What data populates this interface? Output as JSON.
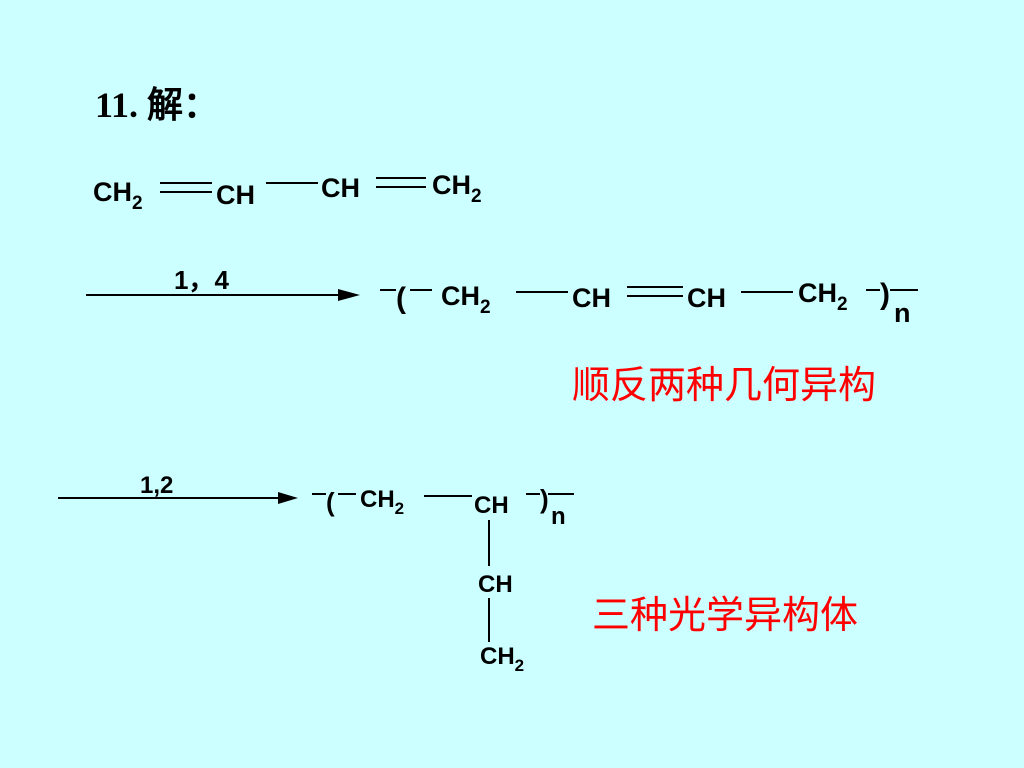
{
  "slide": {
    "title": "11. 解：",
    "monomer": {
      "ch2_left": "CH",
      "ch2_left_sub": "2",
      "ch_1": "CH",
      "ch_2": "CH",
      "ch2_right": "CH",
      "ch2_right_sub": "2"
    },
    "reaction_14": {
      "arrow_label": "1，4",
      "open_paren": "(",
      "ch2_a": "CH",
      "ch2_a_sub": "2",
      "ch_a": "CH",
      "ch_b": "CH",
      "ch2_b": "CH",
      "ch2_b_sub": "2",
      "close_paren": ")",
      "repeat": "n",
      "note": "顺反两种几何异构"
    },
    "reaction_12": {
      "arrow_label": "1,2",
      "open_paren": "(",
      "ch2_main": "CH",
      "ch2_main_sub": "2",
      "ch_main": "CH",
      "close_paren": ")",
      "repeat": "n",
      "ch_side": "CH",
      "ch2_side": "CH",
      "ch2_side_sub": "2",
      "note": "三种光学异构体"
    },
    "colors": {
      "background": "#ccffff",
      "text": "#000000",
      "note": "#ff0000"
    }
  }
}
